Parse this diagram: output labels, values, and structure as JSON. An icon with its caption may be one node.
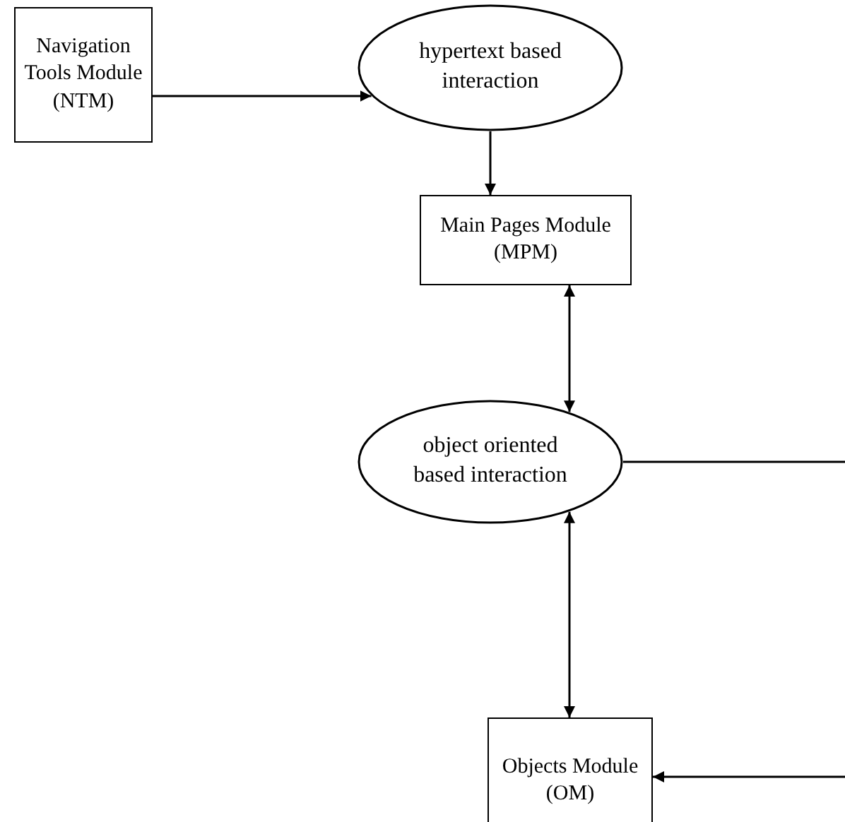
{
  "diagram": {
    "nodes": [
      {
        "text": [
          "Navigation Tools Module (NTM)"
        ]
      },
      {
        "text": [
          "hypertext based interaction"
        ]
      },
      {
        "text": [
          "Main Pages Module (MPM)"
        ]
      },
      {
        "text": [
          "object oriented based interaction"
        ]
      },
      {
        "text": [
          "Objects Module (OM)"
        ]
      }
    ],
    "edges": [
      {
        "from": 0,
        "to": 1,
        "arrow": "to"
      },
      {
        "from": 1,
        "to": 2,
        "arrow": "to"
      },
      {
        "from": 2,
        "to": 3,
        "arrow": "both"
      },
      {
        "from": 3,
        "to": 4,
        "arrow": "both"
      },
      {
        "from": 3,
        "to": null,
        "arrow": "none"
      },
      {
        "from": null,
        "to": 4,
        "arrow": "to"
      }
    ]
  }
}
